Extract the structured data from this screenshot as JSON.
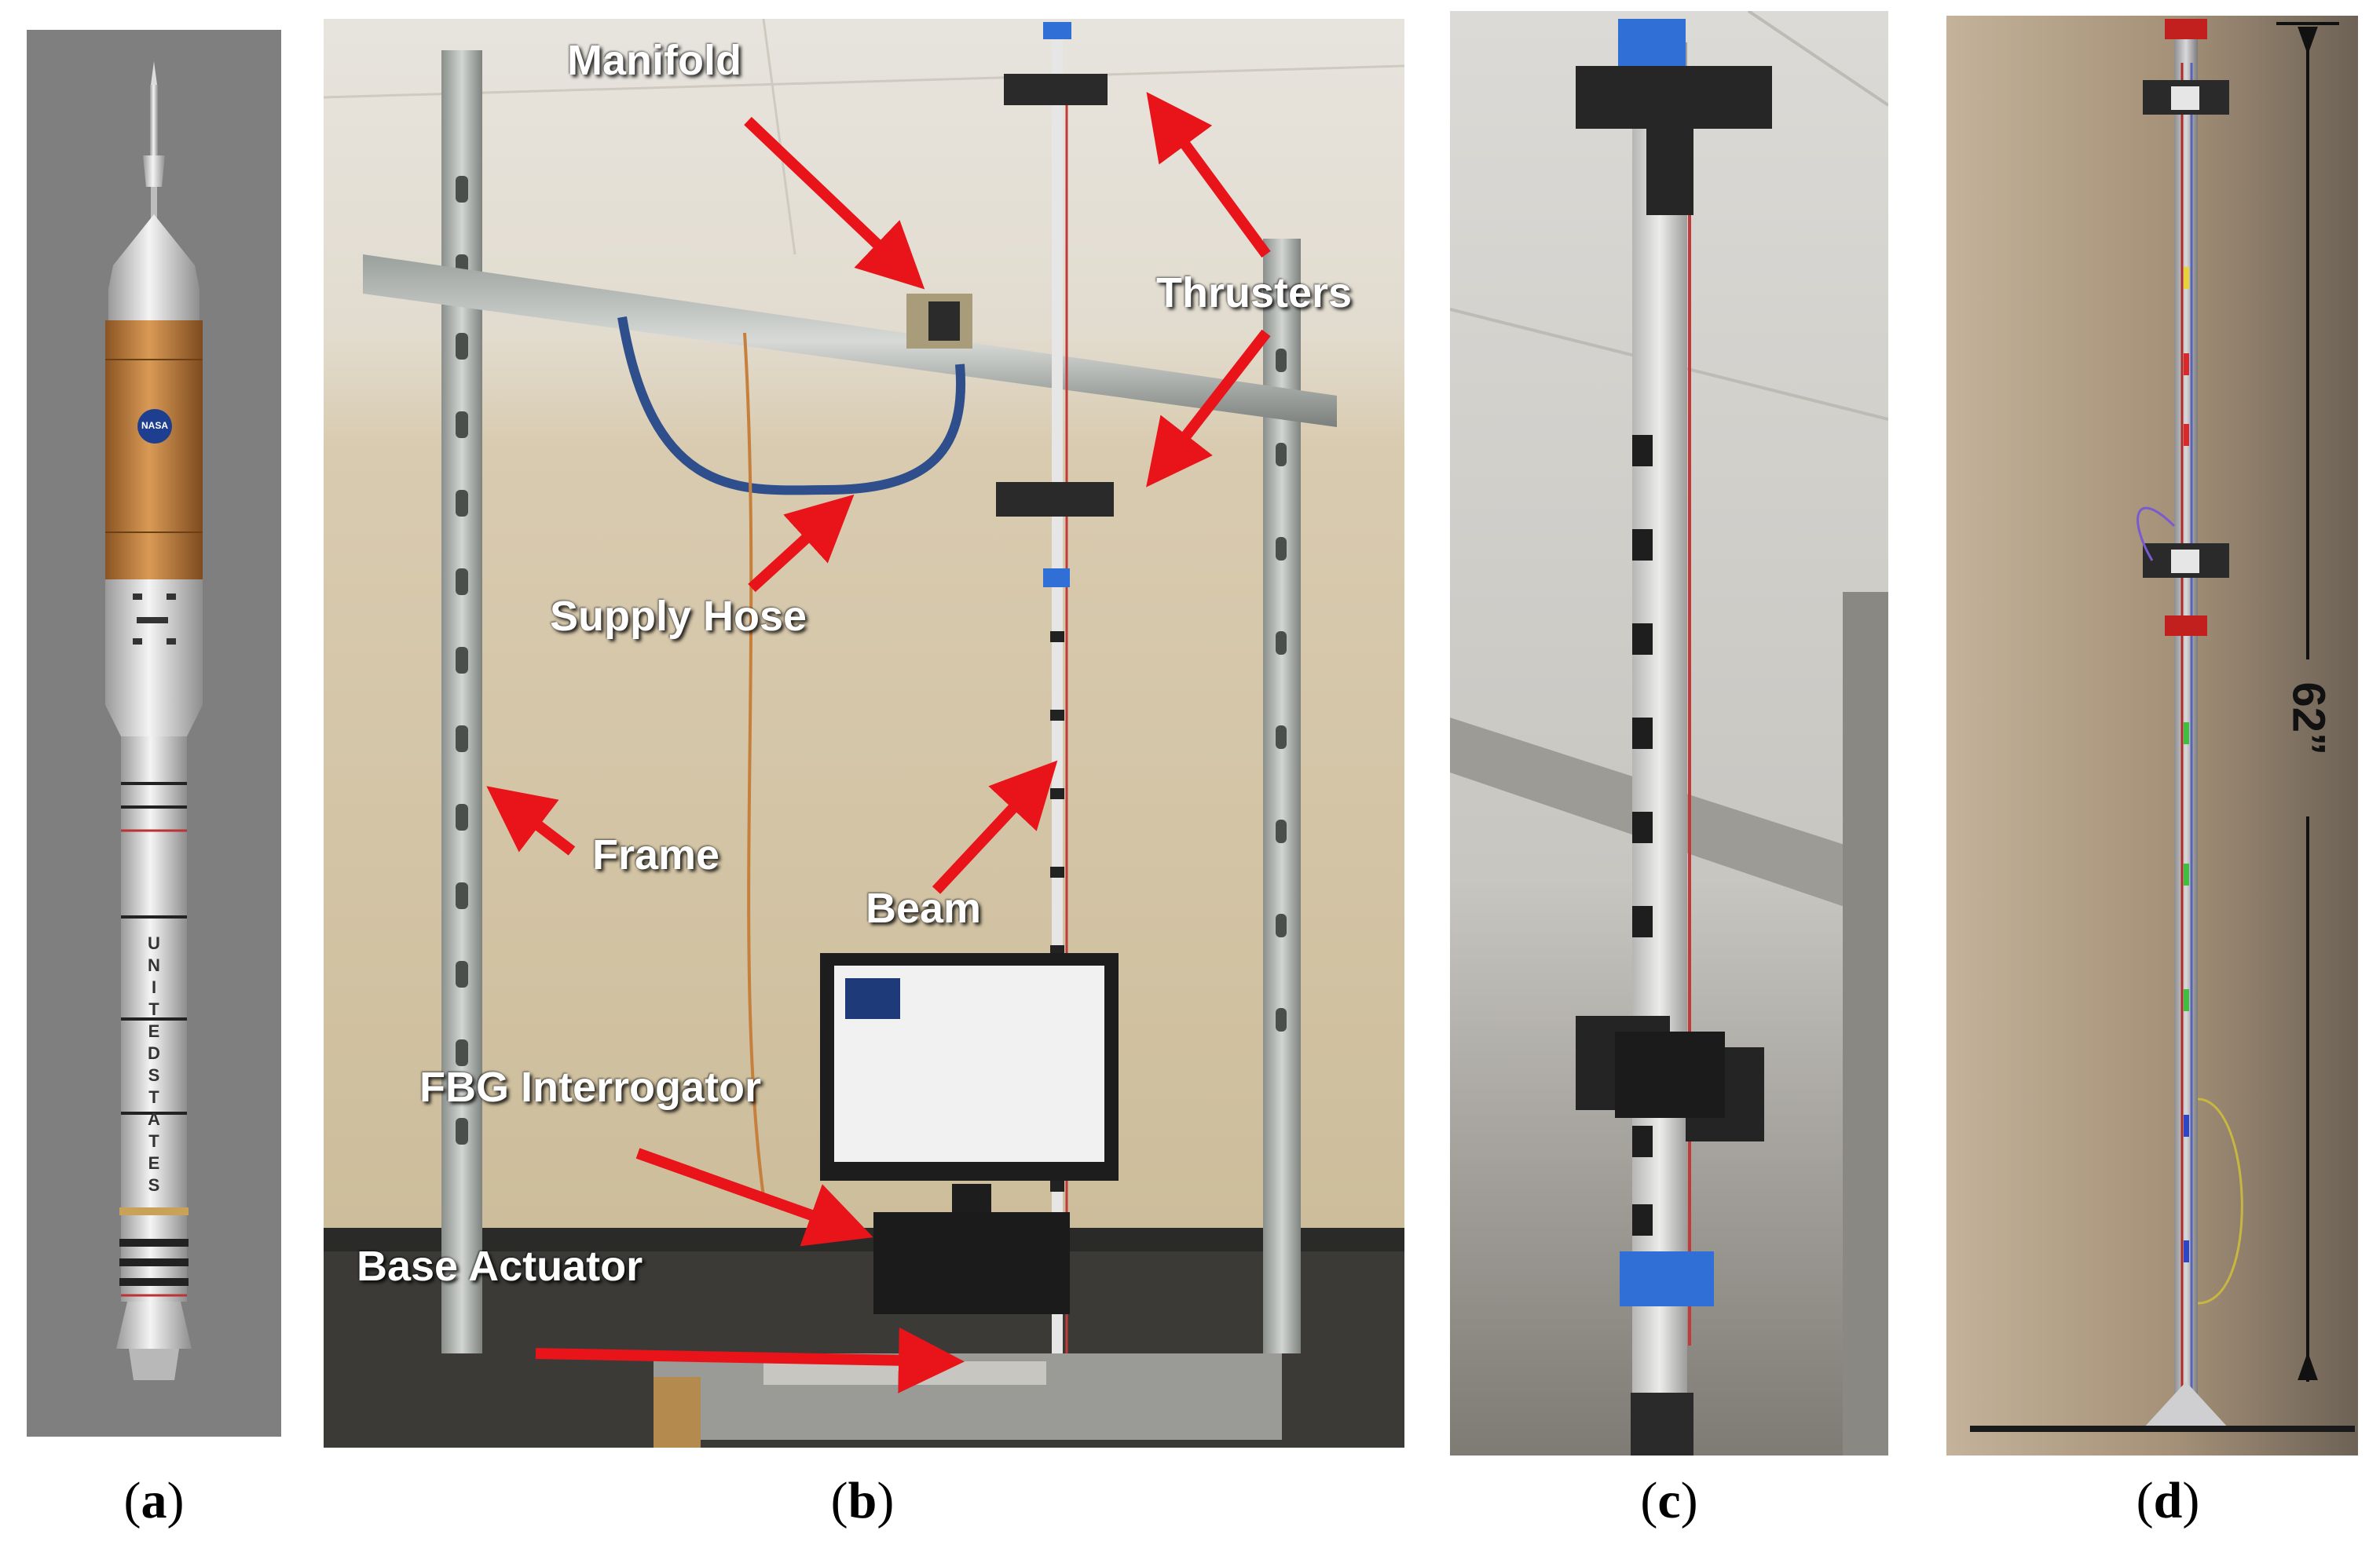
{
  "panels": [
    {
      "caption": "a"
    },
    {
      "caption": "b"
    },
    {
      "caption": "c"
    },
    {
      "caption": "d"
    }
  ],
  "callouts": {
    "manifold": "Manifold",
    "thrusters": "Thrusters",
    "supply_hose": "Supply Hose",
    "frame": "Frame",
    "beam": "Beam",
    "fbg_interrogator": "FBG Interrogator",
    "base_actuator": "Base Actuator"
  },
  "rocket_lettering": [
    "U",
    "N",
    "I",
    "T",
    "E",
    "D",
    "S",
    "T",
    "A",
    "T",
    "E",
    "S"
  ],
  "rocket_logo": "NASA",
  "dimension_label": "62”",
  "colors": {
    "arrow_red": "#e8141a",
    "rocket_orange": "#c9843d",
    "panel_a_bg": "#7f7f7f",
    "clamp_blue": "#2f6fd6",
    "beam_gray": "#d8d8d8",
    "ceiling": "#e9e9e6",
    "wall": "#d9cdb5"
  }
}
